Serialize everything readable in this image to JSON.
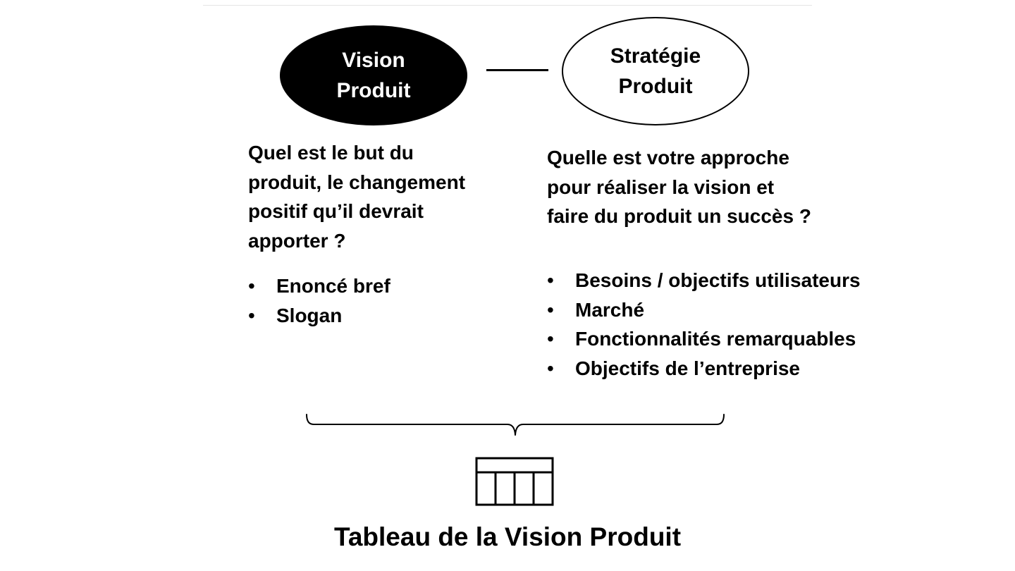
{
  "vision": {
    "title_line1": "Vision",
    "title_line2": "Produit",
    "question_lines": [
      "Quel est le but du",
      "produit, le changement",
      "positif qu’il devrait",
      "apporter ?"
    ],
    "bullets": [
      "Enoncé bref",
      "Slogan"
    ]
  },
  "strategie": {
    "title_line1": "Stratégie",
    "title_line2": "Produit",
    "question_lines": [
      "Quelle est votre approche",
      "pour réaliser la vision et",
      "faire du produit un succès ?"
    ],
    "bullets": [
      "Besoins / objectifs utilisateurs",
      "Marché",
      "Fonctionnalités remarquables",
      "Objectifs de l’entreprise"
    ]
  },
  "bullet_glyph": "•",
  "caption": "Tableau de la Vision Produit",
  "colors": {
    "vision_fill": "#000000",
    "vision_text": "#ffffff",
    "strategie_fill": "#ffffff",
    "outline": "#000000"
  },
  "icons": {
    "table": "table-icon",
    "brace": "curly-brace-icon"
  }
}
